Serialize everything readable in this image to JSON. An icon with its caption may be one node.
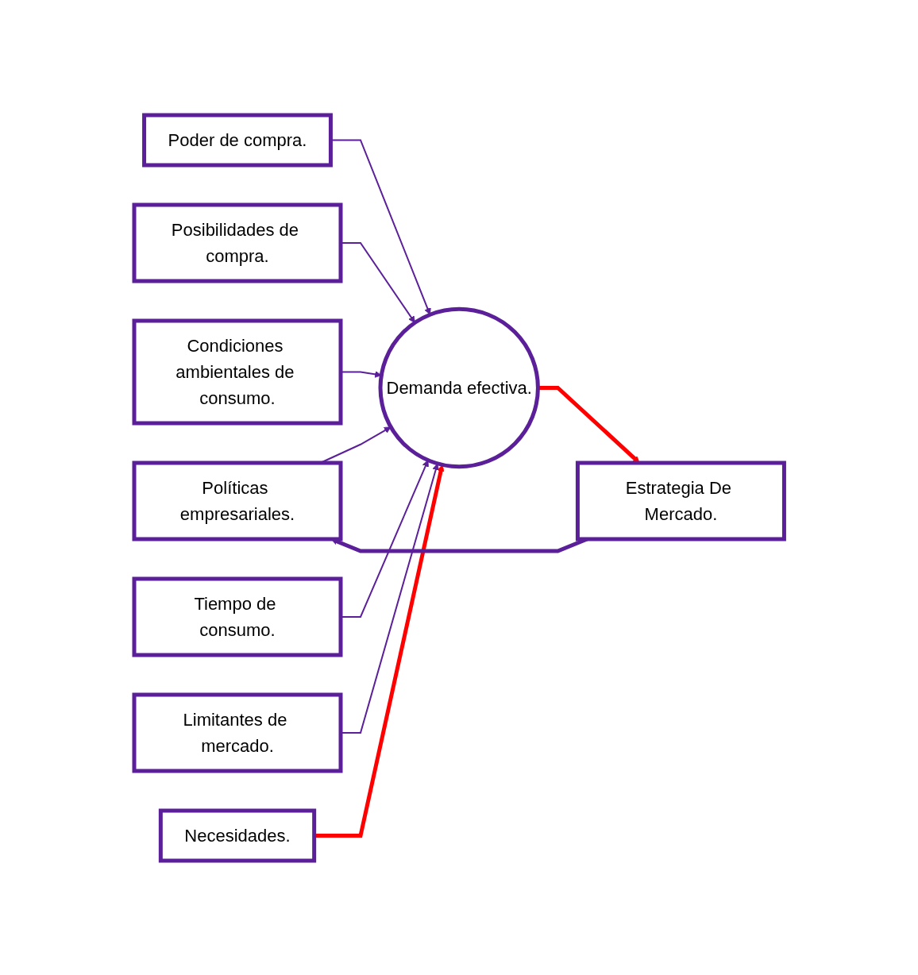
{
  "diagram": {
    "nodes": [
      {
        "text": [
          "Políticas empresariales."
        ]
      },
      {
        "text": [
          "Poder de compra."
        ]
      },
      {
        "text": [
          "Posibilidades de compra."
        ]
      },
      {
        "text": [
          "Condiciones ambientales de consumo."
        ]
      },
      {
        "text": [
          "Tiempo de consumo."
        ]
      },
      {
        "text": [
          "Limitantes de mercado."
        ]
      },
      {
        "text": [
          "Necesidades."
        ]
      },
      {
        "text": [
          "Demanda efectiva."
        ]
      },
      {
        "text": [
          "Estrategia De Mercado."
        ]
      }
    ],
    "edges": [
      {
        "from": 0,
        "to": 7,
        "arrow": "to"
      },
      {
        "from": 1,
        "to": 7,
        "arrow": "to"
      },
      {
        "from": 2,
        "to": 7,
        "arrow": "to"
      },
      {
        "from": 3,
        "to": 7,
        "arrow": "to"
      },
      {
        "from": 4,
        "to": 7,
        "arrow": "to"
      },
      {
        "from": 5,
        "to": 7,
        "arrow": "to"
      },
      {
        "from": 6,
        "to": 7,
        "arrow": "to",
        "style": "thick",
        "color": "#ff0000"
      },
      {
        "from": 7,
        "to": 8,
        "arrow": "to",
        "style": "thick",
        "color": "#ff0000"
      },
      {
        "from": 8,
        "to": 0,
        "arrow": "to",
        "style": "thick"
      }
    ]
  }
}
